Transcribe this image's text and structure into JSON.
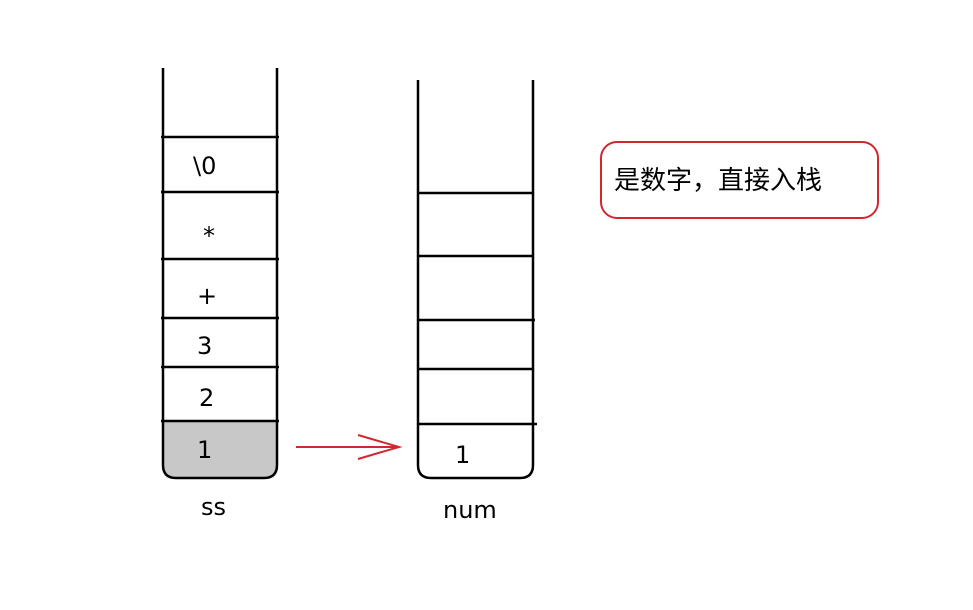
{
  "stacks": {
    "ss": {
      "label": "ss",
      "cells": [
        "1",
        "2",
        "3",
        "+",
        "*",
        "\\0"
      ],
      "highlight_index": 0,
      "highlight_color": "#c8c8c8"
    },
    "num": {
      "label": "num",
      "cells": [
        "1",
        "",
        "",
        "",
        ""
      ]
    }
  },
  "note": {
    "text": "是数字，直接入栈",
    "border_color": "#d0282e"
  },
  "arrow": {
    "color": "#d0282e"
  }
}
